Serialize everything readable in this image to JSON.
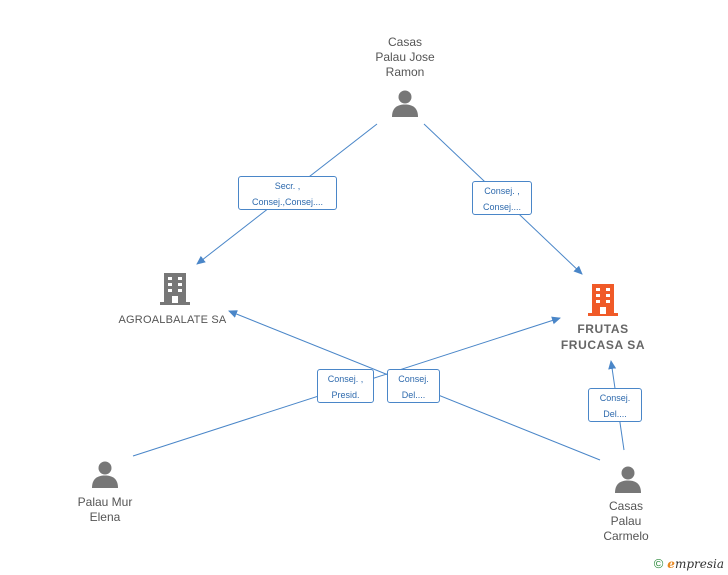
{
  "nodes": {
    "casas_jose": {
      "lines": [
        "Casas",
        "Palau Jose",
        "Ramon"
      ]
    },
    "agroalbalate": {
      "lines": [
        "AGROALBALATE SA"
      ]
    },
    "frutas": {
      "lines": [
        "FRUTAS",
        "FRUCASA SA"
      ]
    },
    "palau_elena": {
      "lines": [
        "Palau Mur",
        "Elena"
      ]
    },
    "casas_carmelo": {
      "lines": [
        "Casas",
        "Palau",
        "Carmelo"
      ]
    }
  },
  "relations": {
    "r1": {
      "lines": [
        "Secr. ,",
        "Consej.,Consej...."
      ]
    },
    "r2": {
      "lines": [
        "Consej. ,",
        "Consej...."
      ]
    },
    "r3": {
      "lines": [
        "Consej. ,",
        "Presid."
      ]
    },
    "r4": {
      "lines": [
        "Consej.",
        "Del...."
      ]
    },
    "r5": {
      "lines": [
        "Consej.",
        "Del...."
      ]
    }
  },
  "colors": {
    "edge": "#4a86c8",
    "person": "#777777",
    "company": "#777777",
    "focus_company": "#f05a28"
  },
  "footer": {
    "copyright": "©",
    "brand_initial": "e",
    "brand_rest": "mpresia"
  }
}
